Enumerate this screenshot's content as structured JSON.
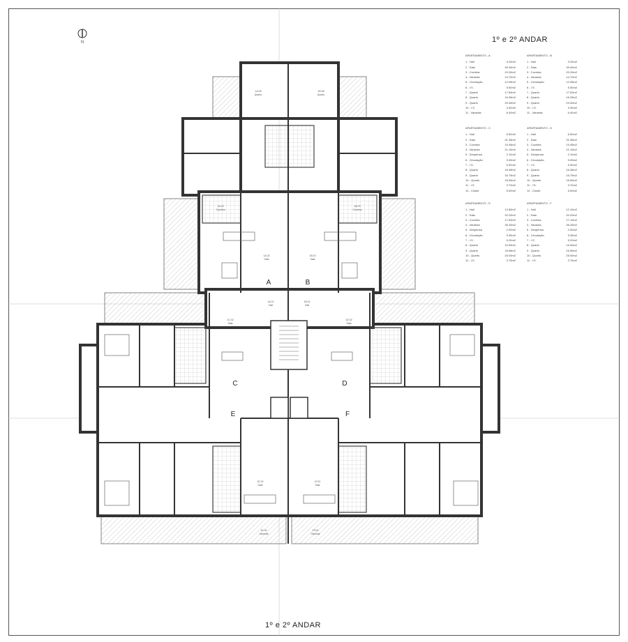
{
  "title_top": "1º e 2º ANDAR",
  "title_bottom": "1º e 2º ANDAR",
  "north_label": "N",
  "apartment_letters": [
    "A",
    "B",
    "C",
    "D",
    "E",
    "F"
  ],
  "apartments": [
    {
      "name": "APARTAMENTO - A",
      "rooms": [
        [
          "1 - Hall",
          "9.25m2"
        ],
        [
          "2 - Sala",
          "39.40m2"
        ],
        [
          "3 - Cozinha",
          "20.20m2"
        ],
        [
          "4 - Varanda",
          "14.70m2"
        ],
        [
          "5 - Circulação",
          "12.95m2"
        ],
        [
          "6 - I.S.",
          "5.50m2"
        ],
        [
          "7 - Quarto",
          "17.60m2"
        ],
        [
          "8 - Quarto",
          "16.35m2"
        ],
        [
          "9 - Quarto",
          "25.30m2"
        ],
        [
          "10 - I.S.",
          "3.30m2"
        ],
        [
          "11 - Varanda",
          "6.40m2"
        ]
      ]
    },
    {
      "name": "APARTAMENTO - B",
      "rooms": [
        [
          "1 - Hall",
          "9.25m2"
        ],
        [
          "2 - Sala",
          "39.40m2"
        ],
        [
          "3 - Cozinha",
          "20.20m2"
        ],
        [
          "4 - Varanda",
          "14.70m2"
        ],
        [
          "5 - Circulação",
          "12.95m2"
        ],
        [
          "6 - I.S.",
          "5.50m2"
        ],
        [
          "7 - Quarto",
          "17.00m2"
        ],
        [
          "8 - Quarto",
          "16.25m2"
        ],
        [
          "9 - Quarto",
          "23.30m2"
        ],
        [
          "10 - I.S.",
          "3.30m2"
        ],
        [
          "11 - Varanda",
          "6.40m2"
        ]
      ]
    },
    {
      "name": "APARTAMENTO - C",
      "rooms": [
        [
          "1 - Hall",
          "6.50m2"
        ],
        [
          "2 - Sala",
          "31.35m2"
        ],
        [
          "3 - Cozinha",
          "15.45m2"
        ],
        [
          "4 - Varanda",
          "21.10m2"
        ],
        [
          "5 - Despensa",
          "2.10m2"
        ],
        [
          "6 - Circulação",
          "9.05m2"
        ],
        [
          "7 - I.S.",
          "5.30m2"
        ],
        [
          "8 - Quarto",
          "16.35m2"
        ],
        [
          "9 - Quarto",
          "16.75m2"
        ],
        [
          "10 - Quarto",
          "16.50m2"
        ],
        [
          "11 - I.S.",
          "3.70m2"
        ],
        [
          "12 - Closet",
          "5.50m2"
        ]
      ]
    },
    {
      "name": "APARTAMENTO - D",
      "rooms": [
        [
          "1 - Hall",
          "6.50m2"
        ],
        [
          "2 - Sala",
          "31.35m2"
        ],
        [
          "3 - Cozinha",
          "15.45m2"
        ],
        [
          "4 - Varanda",
          "21.10m2"
        ],
        [
          "5 - Despensa",
          "2.10m2"
        ],
        [
          "6 - Circulação",
          "9.05m2"
        ],
        [
          "7 - I.S.",
          "5.30m2"
        ],
        [
          "8 - Quarto",
          "16.35m2"
        ],
        [
          "9 - Quarto",
          "16.75m2"
        ],
        [
          "10 - Quarto",
          "16.50m2"
        ],
        [
          "11 - I.S.",
          "3.70m2"
        ],
        [
          "12 - Closet",
          "5.50m2"
        ]
      ]
    },
    {
      "name": "APARTAMENTO - E",
      "rooms": [
        [
          "1 - Hall",
          "12.80m2"
        ],
        [
          "2 - Sala",
          "32.20m2"
        ],
        [
          "3 - Cozinha",
          "17.90m2"
        ],
        [
          "4 - Varanda",
          "36.40m2"
        ],
        [
          "5 - Despensa",
          "2.00m2"
        ],
        [
          "6 - Circulação",
          "5.35m2"
        ],
        [
          "7 - I.S.",
          "5.20m2"
        ],
        [
          "8 - Quarto",
          "15.30m2"
        ],
        [
          "9 - Quarto",
          "16.56m2"
        ],
        [
          "10 - Quarto",
          "26.00m2"
        ],
        [
          "11 - I.S.",
          "3.75m2"
        ]
      ]
    },
    {
      "name": "APARTAMENTO - F",
      "rooms": [
        [
          "1 - Hall",
          "12.10m2"
        ],
        [
          "2 - Sala",
          "32.20m2"
        ],
        [
          "3 - Cozinha",
          "17.10m2"
        ],
        [
          "4 - Varanda",
          "36.40m2"
        ],
        [
          "5 - Despensa",
          "2.00m2"
        ],
        [
          "6 - Circulação",
          "5.35m2"
        ],
        [
          "7 - I.S.",
          "5.20m2"
        ],
        [
          "8 - Quarto",
          "15.30m2"
        ],
        [
          "9 - Quarto",
          "16.55m2"
        ],
        [
          "10 - Quarto",
          "26.00m2"
        ],
        [
          "11 - I.S.",
          "3.75m2"
        ]
      ]
    }
  ],
  "room_labels": [
    {
      "code": "1A.02",
      "name": "Sala"
    },
    {
      "code": "1B.02",
      "name": "Sala"
    },
    {
      "code": "1A.03",
      "name": "Cozinha"
    },
    {
      "code": "1B.03",
      "name": "Cozinha"
    },
    {
      "code": "1A.01",
      "name": "Hall"
    },
    {
      "code": "1B.01",
      "name": "Hall"
    },
    {
      "code": "1A.08",
      "name": "Quarto"
    },
    {
      "code": "1B.08",
      "name": "Quarto"
    },
    {
      "code": "1C.02",
      "name": "Sala"
    },
    {
      "code": "1D.02",
      "name": "Sala"
    },
    {
      "code": "1E.02",
      "name": "Sala"
    },
    {
      "code": "1F.02",
      "name": "Sala"
    },
    {
      "code": "1E.04",
      "name": "Varanda"
    },
    {
      "code": "1F.04",
      "name": "Varanda"
    }
  ]
}
